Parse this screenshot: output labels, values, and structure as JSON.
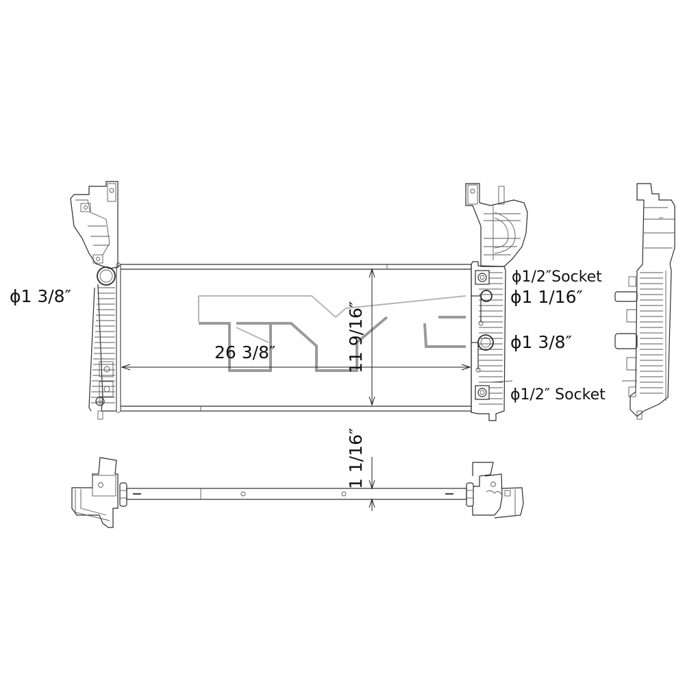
{
  "drawing": {
    "subject": "Radiator technical drawing",
    "views": [
      "front-view",
      "bottom-view",
      "side-view"
    ],
    "watermark": "TYC",
    "colors": {
      "line": "#2a2a2a",
      "watermark": "#9a9a9a",
      "background": "#ffffff"
    }
  },
  "dimensions": {
    "core_width": "26 3/8″",
    "core_height": "11 9/16″",
    "core_thickness": "1 1/16″"
  },
  "connections": {
    "left_inlet": "ϕ1 3/8″",
    "right_top_socket": "ϕ1/2″Socket",
    "right_upper": "ϕ1  1/16″",
    "right_lower": "ϕ1  3/8″",
    "right_bottom_socket": "ϕ1/2″ Socket"
  }
}
